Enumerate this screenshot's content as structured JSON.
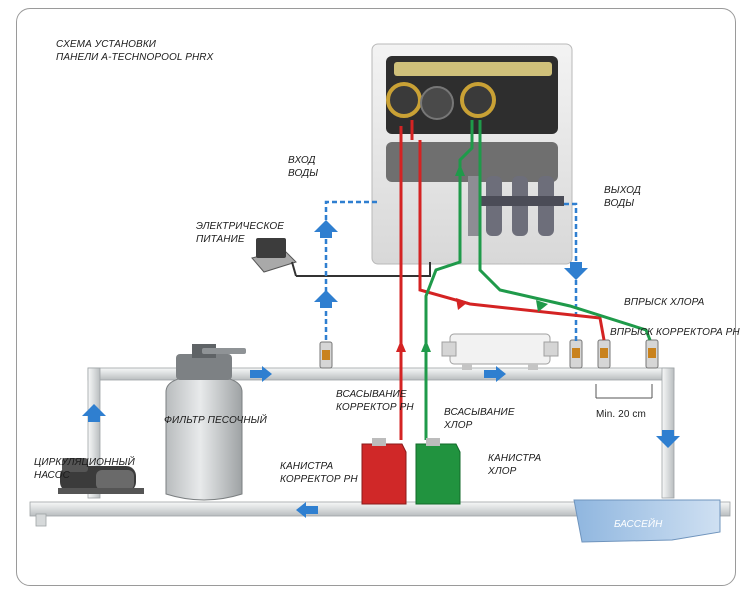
{
  "title": {
    "line1": "СХЕМА УСТАНОВКИ",
    "line2": "ПАНЕЛИ A-TECHNOPOOL PHRX"
  },
  "labels": {
    "water_in": [
      "ВХОД",
      "ВОДЫ"
    ],
    "water_out": [
      "ВЫХОД",
      "ВОДЫ"
    ],
    "power": [
      "ЭЛЕКТРИЧЕСКОЕ",
      "ПИТАНИЕ"
    ],
    "chlorine_injection": "ВПРЫСК ХЛОРА",
    "ph_injection": "ВПРЫСК КОРРЕКТОРА PH",
    "ph_suction": [
      "ВСАСЫВАНИЕ",
      "КОРРЕКТОР PH"
    ],
    "chlorine_suction": [
      "ВСАСЫВАНИЕ",
      "ХЛОР"
    ],
    "sand_filter": "ФИЛЬТР ПЕСОЧНЫЙ",
    "pump": [
      "ЦИРКУЛЯЦИОННЫЙ",
      "НАСОС"
    ],
    "ph_canister": [
      "КАНИСТРА",
      "КОРРЕКТОР PH"
    ],
    "chlorine_canister": [
      "КАНИСТРА",
      "ХЛОР"
    ],
    "min_distance": "Min. 20 cm",
    "pool": "БАССЕЙН"
  },
  "colors": {
    "water_line": "#2f7fd0",
    "ph_line": "#d42323",
    "chlorine_line": "#1f9a4a",
    "pipe": "#e6e9ea",
    "panel": "#ececec"
  },
  "icons": [
    "arrow-icon",
    "valve-icon",
    "pump-icon",
    "filter-icon",
    "canister-icon"
  ]
}
